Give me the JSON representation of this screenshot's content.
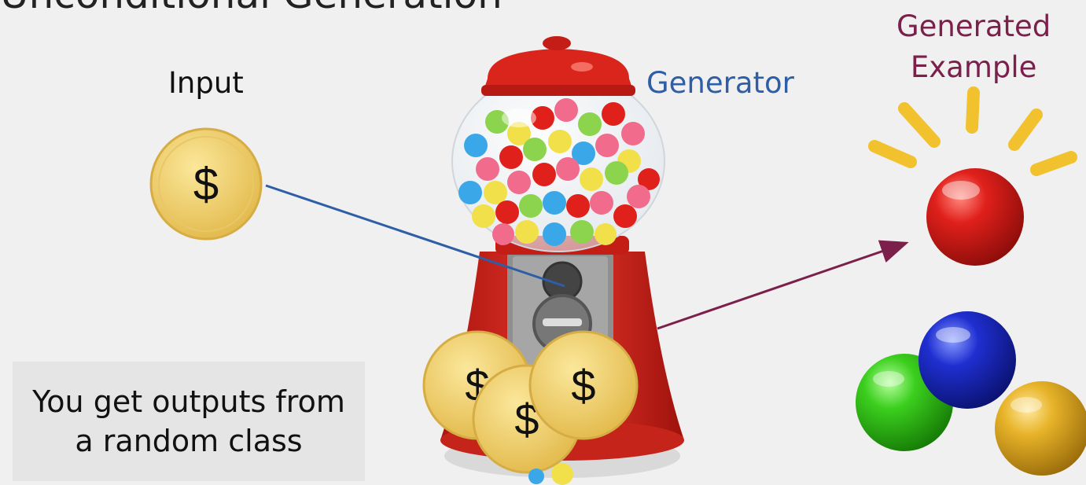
{
  "slide": {
    "title": "Unconditional Generation",
    "input_label": "Input",
    "generator_label": "Generator",
    "generated_label_line1": "Generated",
    "generated_label_line2": "Example",
    "note_line1": "You get outputs from",
    "note_line2": "a random class",
    "coin_symbol": "$"
  },
  "colors": {
    "input_arrow": "#2d5ea6",
    "output_arrow": "#7b1f4b",
    "generator_label": "#2d5ea6",
    "generated_label": "#7b1f4b",
    "coin": "#f0cf63",
    "machine_red": "#d9251c"
  },
  "icons": [
    "coin-icon",
    "gumball-machine-icon",
    "gumball-icon",
    "sparkle-icon"
  ]
}
